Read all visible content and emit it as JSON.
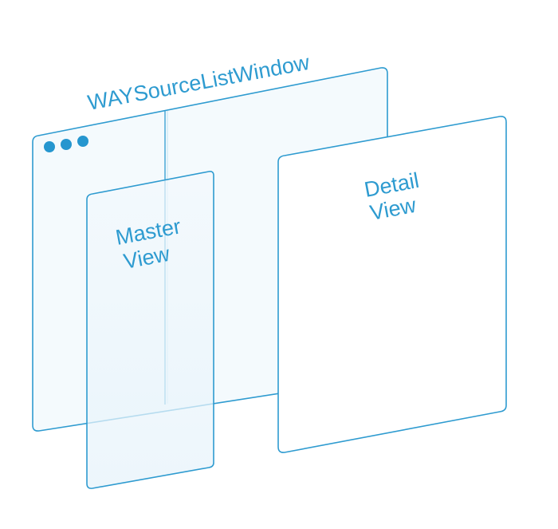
{
  "diagram": {
    "window": {
      "title": "WAYSourceListWindow",
      "traffic_lights": [
        "window-dot-icon",
        "window-dot-icon",
        "window-dot-icon"
      ]
    },
    "master_view": {
      "line1": "Master",
      "line2": "View"
    },
    "detail_view": {
      "line1": "Detail",
      "line2": "View"
    },
    "colors": {
      "stroke": "#2e9bd0",
      "text": "#2e9bd0",
      "window_fill": "#f4fafd",
      "master_fill": "#eef7fc",
      "detail_fill": "#ffffff",
      "dot": "#2596cf"
    }
  }
}
